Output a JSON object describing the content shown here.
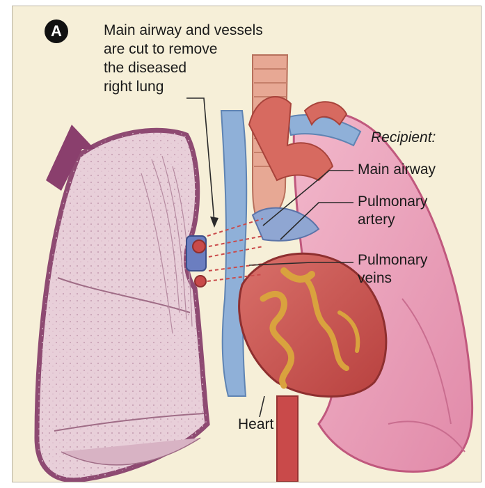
{
  "panel": {
    "letter": "A"
  },
  "caption": {
    "line1": "Main airway and vessels",
    "line2": "are cut to remove",
    "line3": "the diseased",
    "line4": "right lung"
  },
  "labels": {
    "recipient": "Recipient:",
    "main_airway": "Main airway",
    "pulmonary_artery_1": "Pulmonary",
    "pulmonary_artery_2": "artery",
    "pulmonary_veins_1": "Pulmonary",
    "pulmonary_veins_2": "veins",
    "heart": "Heart"
  },
  "colors": {
    "background": "#f6efd8",
    "lung_fill": "#e7c9d4",
    "lung_outline": "#8e4a72",
    "recipient_lung": "#e89db8",
    "trachea": "#e4a08e",
    "vessel_blue": "#7fa3cf",
    "heart": "#c8584e",
    "fat": "#d79a3a",
    "aorta": "#c94a4a",
    "arrow": "#8a3f6d"
  }
}
